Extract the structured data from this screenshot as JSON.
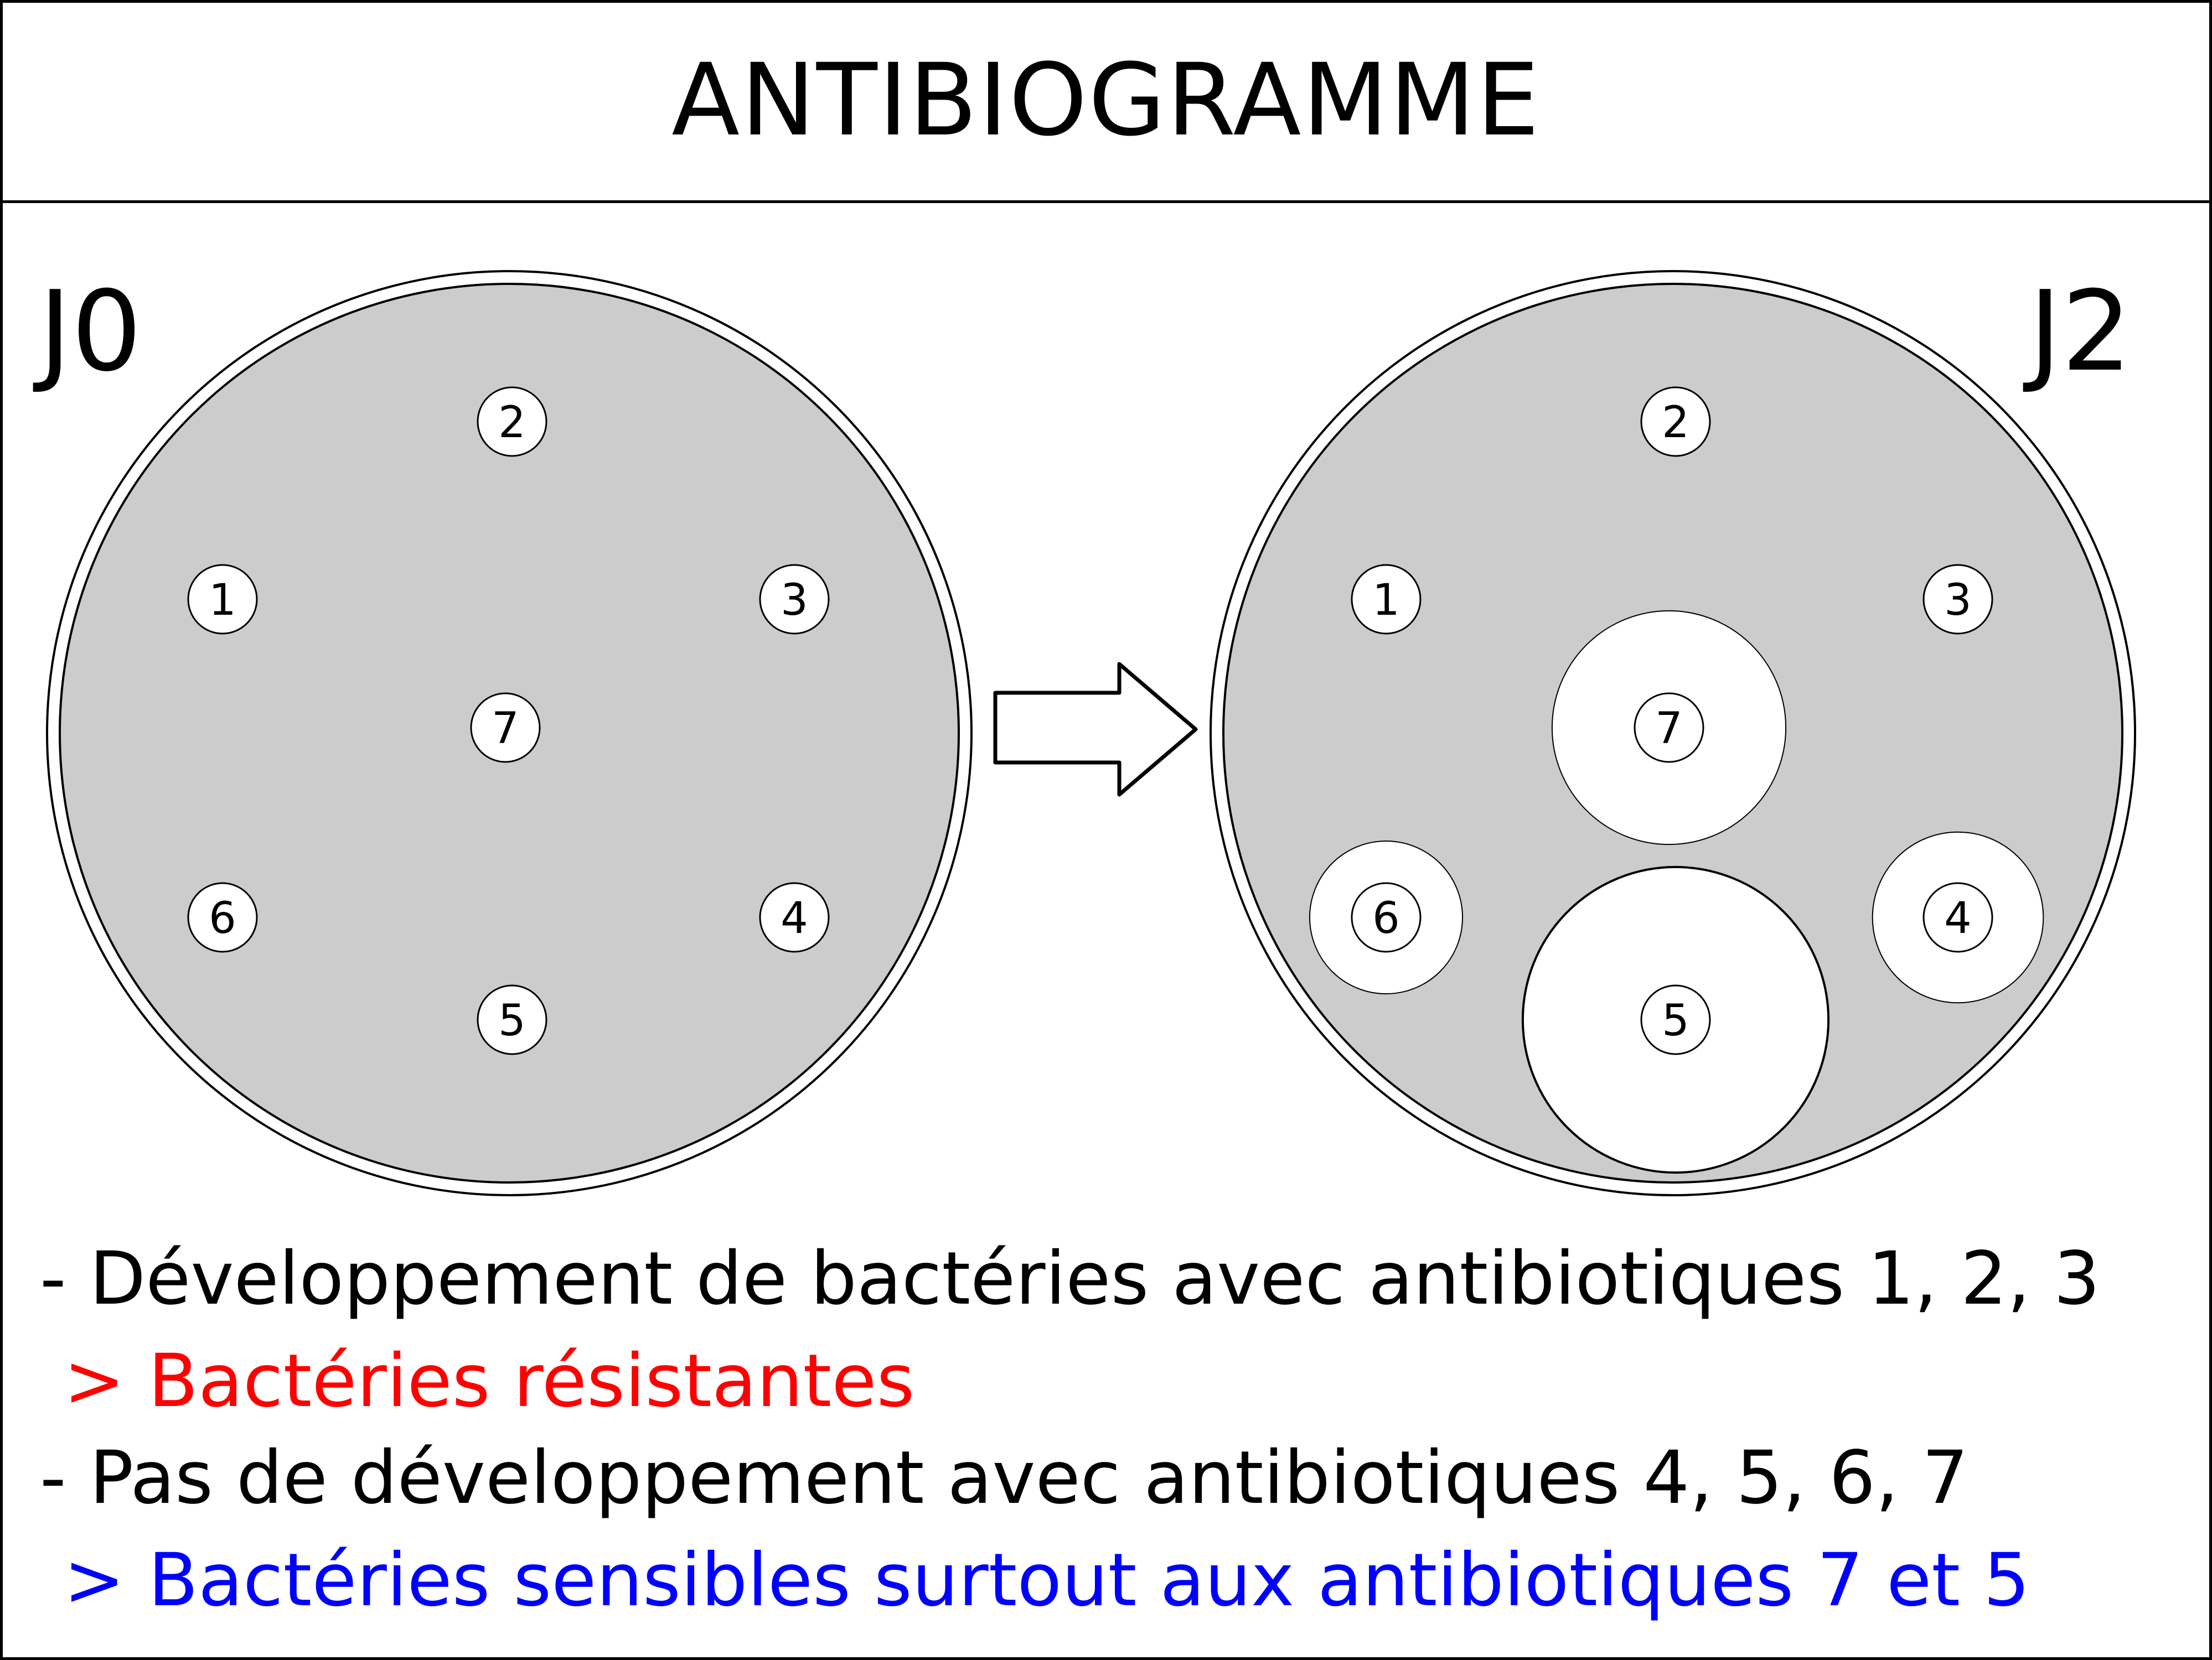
{
  "title": "ANTIBIOGRAMME",
  "plates": [
    {
      "label": "J0",
      "disks": [
        {
          "id": "1",
          "inhibition": 0
        },
        {
          "id": "2",
          "inhibition": 0
        },
        {
          "id": "3",
          "inhibition": 0
        },
        {
          "id": "4",
          "inhibition": 0
        },
        {
          "id": "5",
          "inhibition": 0
        },
        {
          "id": "6",
          "inhibition": 0
        },
        {
          "id": "7",
          "inhibition": 0
        }
      ]
    },
    {
      "label": "J2",
      "disks": [
        {
          "id": "1",
          "inhibition": 0
        },
        {
          "id": "2",
          "inhibition": 0
        },
        {
          "id": "3",
          "inhibition": 0
        },
        {
          "id": "4",
          "inhibition": 0.19
        },
        {
          "id": "5",
          "inhibition": 0.34
        },
        {
          "id": "6",
          "inhibition": 0.17
        },
        {
          "id": "7",
          "inhibition": 0.26
        }
      ]
    }
  ],
  "legend": [
    {
      "text": "- Développement de bactéries avec antibiotiques 1, 2, 3",
      "color": "#000000"
    },
    {
      "text": " > Bactéries résistantes",
      "color": "#ff0000"
    },
    {
      "text": "- Pas de développement avec antibiotiques 4, 5, 6, 7",
      "color": "#000000"
    },
    {
      "text": " > Bactéries sensibles surtout aux antibiotiques 7 et 5",
      "color": "#0000ff"
    }
  ],
  "colors": {
    "agar": "#cccccc",
    "inhibition_zone": "#ffffff",
    "outline": "#000000",
    "resistant": "#ff0000",
    "sensitive": "#0000ff"
  },
  "icons": {
    "arrow": "right-arrow-icon"
  }
}
